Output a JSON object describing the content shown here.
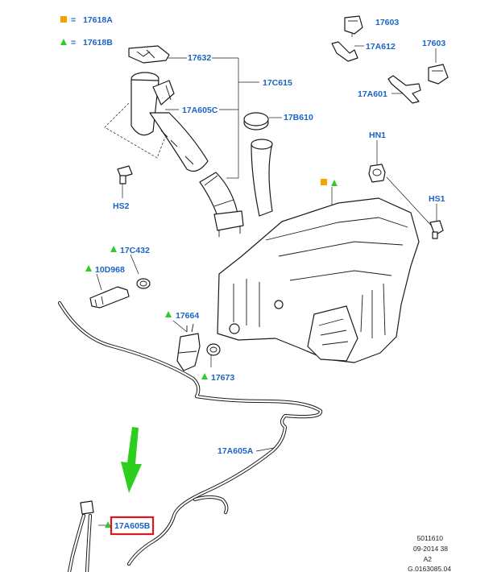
{
  "legend": {
    "orange_square_text": "17618A",
    "green_triangle_text": "17618B",
    "equals": "="
  },
  "callouts": {
    "c17632": "17632",
    "c17C615": "17C615",
    "c17A605C": "17A605C",
    "c17B610": "17B610",
    "cHS2": "HS2",
    "c17603_top": "17603",
    "c17A612": "17A612",
    "c17603_right": "17603",
    "c17A601": "17A601",
    "cHN1": "HN1",
    "cHS1": "HS1",
    "c17C432": "17C432",
    "c10D968": "10D968",
    "c17664": "17664",
    "c17673": "17673",
    "c17A605A": "17A605A",
    "c17A605B": "17A605B"
  },
  "footer": {
    "line1": "5011610",
    "line2": "09-2014 38",
    "line3": "A2",
    "line4": "G.0163085.04"
  },
  "colors": {
    "callout_blue": "#1a64c8",
    "marker_orange": "#f5a300",
    "marker_green": "#2fcb2f",
    "arrow_green": "#2ccf1e",
    "highlight_red": "#e0141c"
  },
  "highlight_target": "17A605B"
}
